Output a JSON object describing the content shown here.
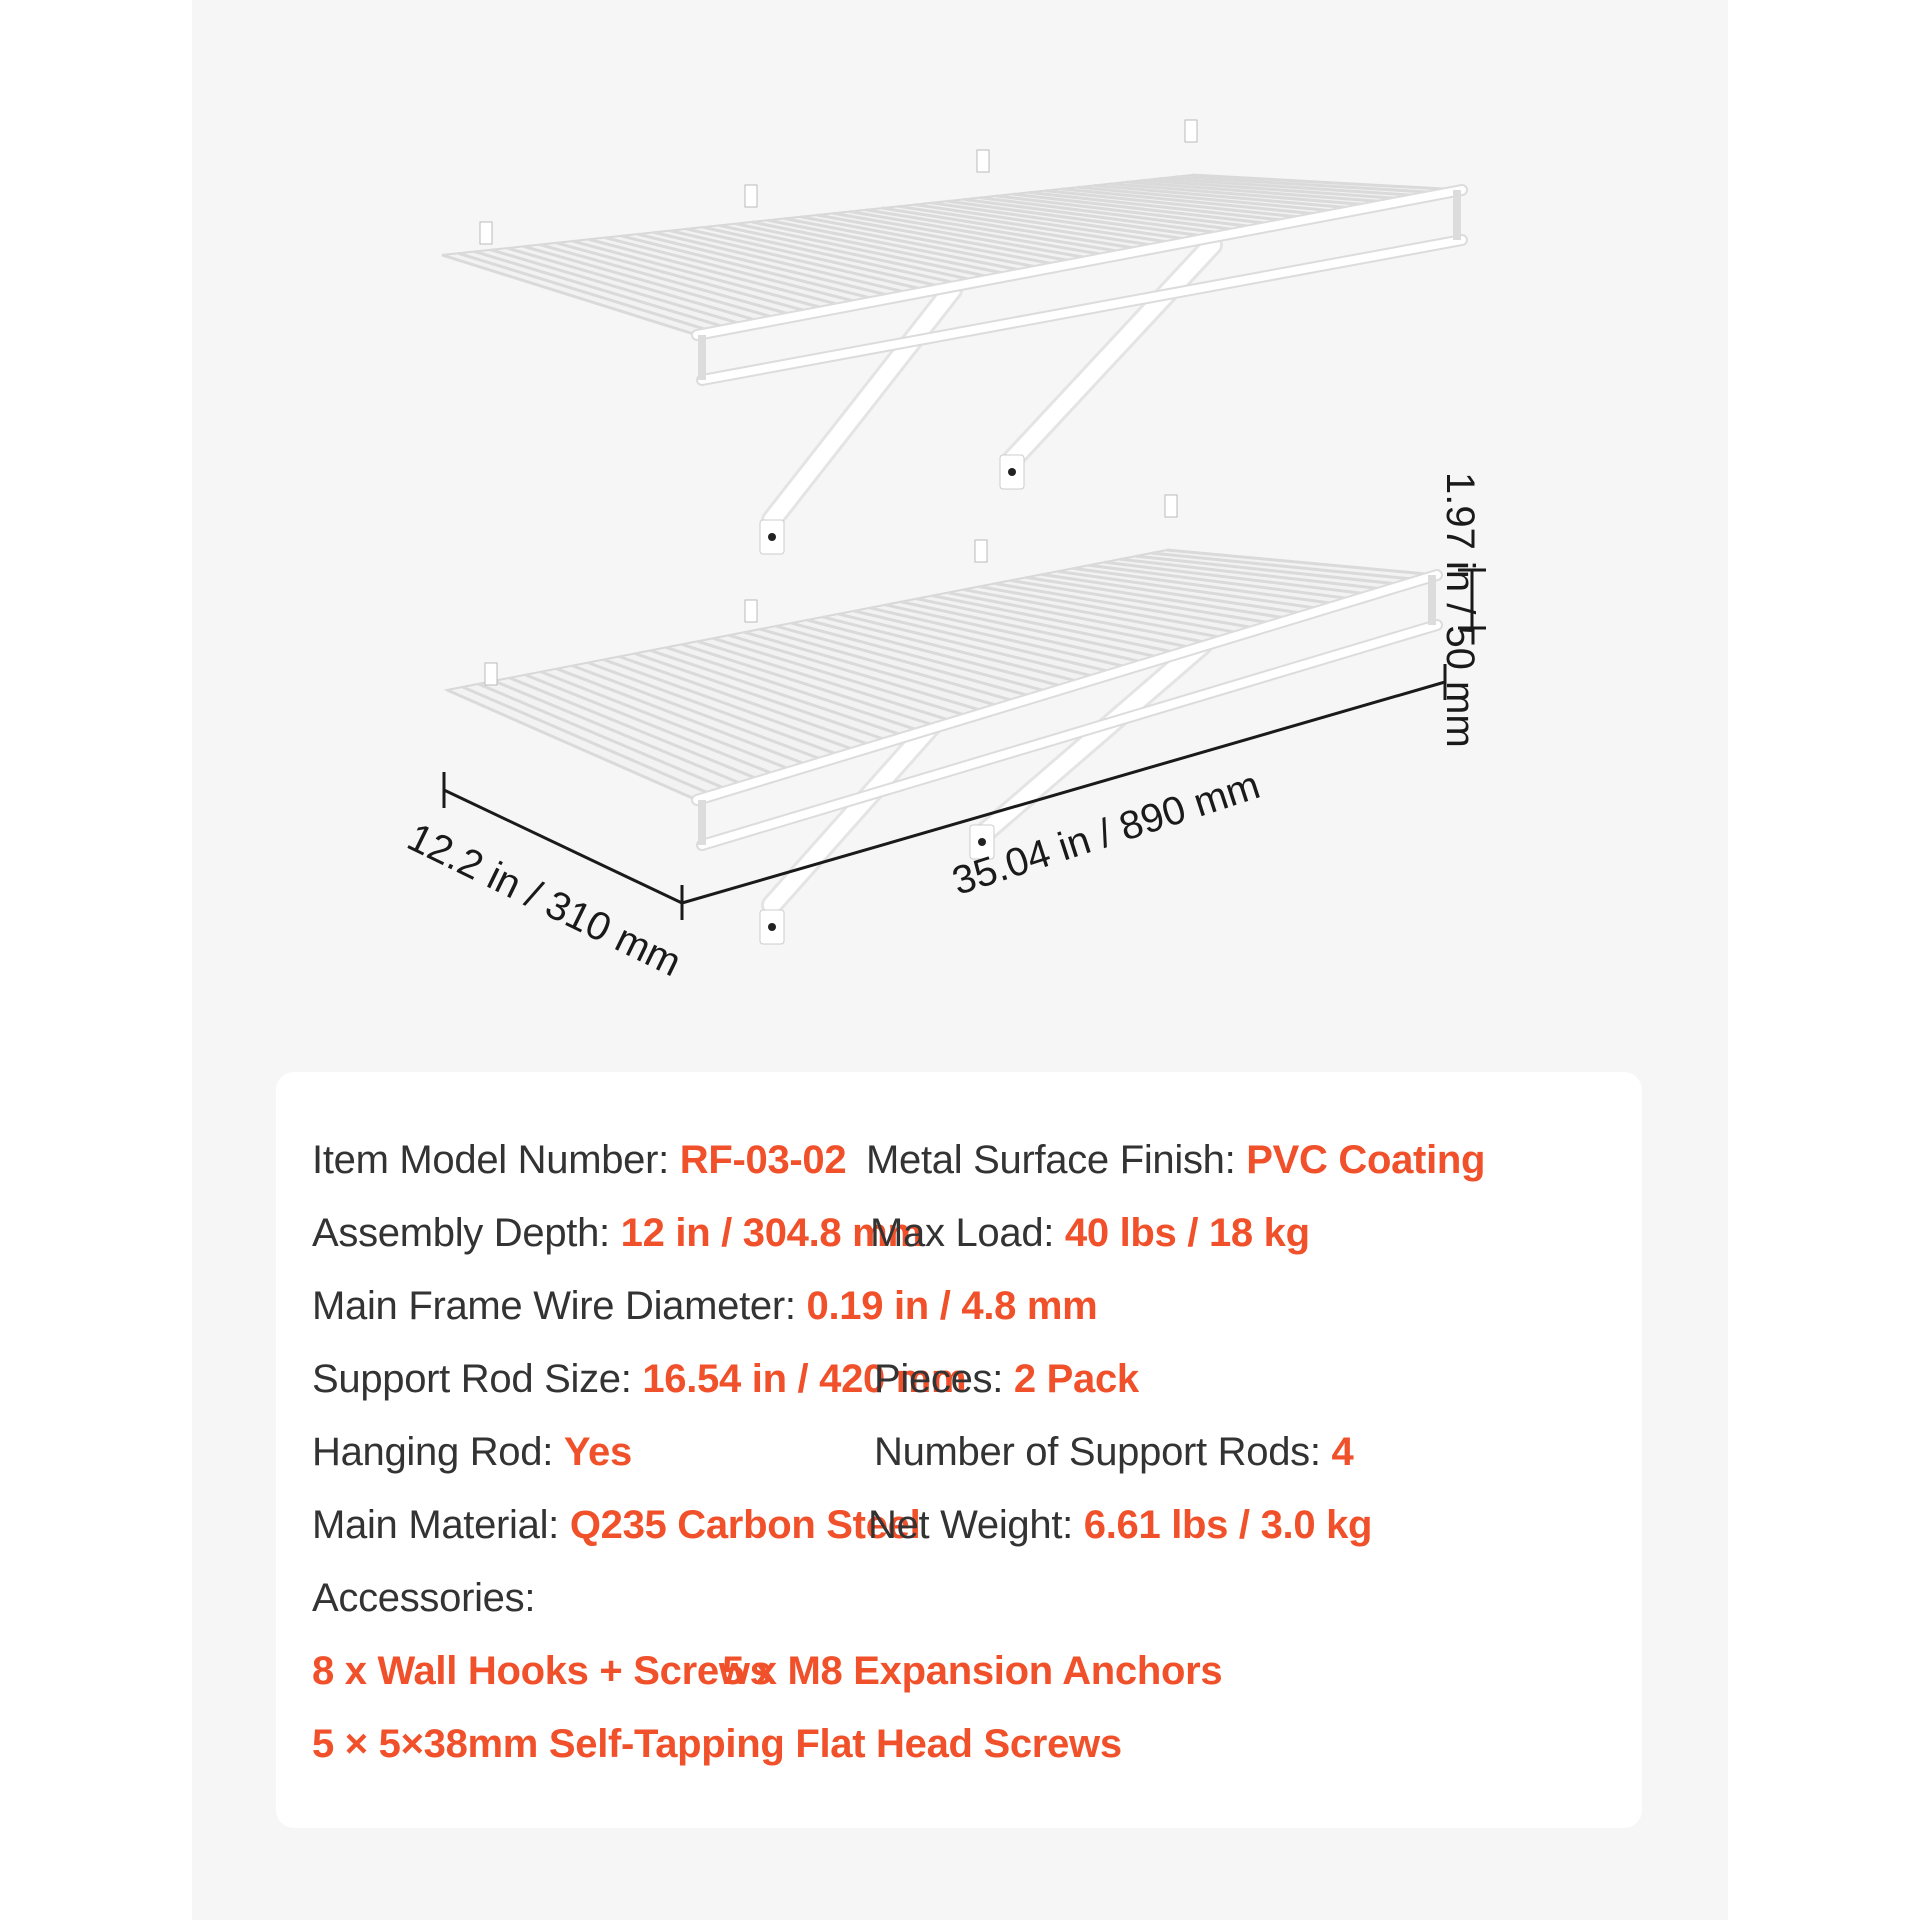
{
  "colors": {
    "accent": "#f0502a",
    "label": "#333333",
    "panel": "#f6f6f6",
    "card": "#ffffff"
  },
  "dimensions": {
    "height": "1.97 in / 50 mm",
    "width": "35.04 in / 890 mm",
    "depth": "12.2 in / 310 mm"
  },
  "specs": {
    "model": {
      "label": "Item Model Number: ",
      "value": "RF-03-02"
    },
    "finish": {
      "label": "Metal Surface Finish: ",
      "value": "PVC Coating"
    },
    "depth": {
      "label": "Assembly Depth: ",
      "value": "12 in / 304.8 mm"
    },
    "max_load": {
      "label": "Max Load: ",
      "value": "40 lbs / 18 kg"
    },
    "wire": {
      "label": "Main Frame Wire Diameter: ",
      "value": "0.19 in / 4.8 mm"
    },
    "rod_size": {
      "label": "Support Rod Size: ",
      "value": "16.54 in / 420 mm"
    },
    "pieces": {
      "label": "Pieces: ",
      "value": "2 Pack"
    },
    "hanging": {
      "label": "Hanging Rod: ",
      "value": "Yes"
    },
    "rod_count": {
      "label": "Number of Support Rods: ",
      "value": "4"
    },
    "material": {
      "label": "Main Material: ",
      "value": "Q235 Carbon Steel"
    },
    "weight": {
      "label": "Net Weight: ",
      "value": "6.61 lbs / 3.0 kg"
    }
  },
  "accessories": {
    "label": "Accessories:",
    "items": [
      "8 x Wall Hooks + Screws",
      "5 x M8 Expansion Anchors",
      "5 × 5×38mm Self-Tapping Flat Head Screws"
    ]
  }
}
